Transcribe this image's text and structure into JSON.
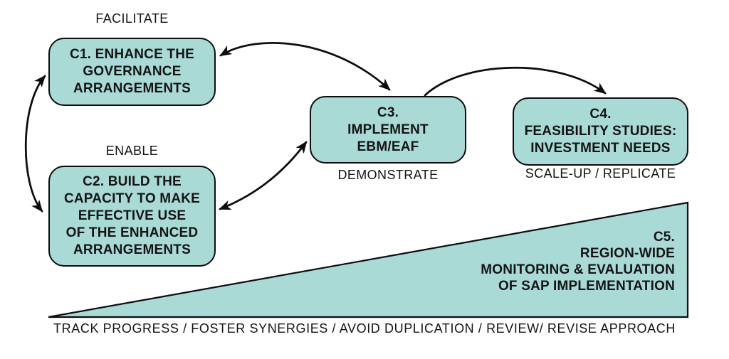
{
  "labels": {
    "facilitate": "FACILITATE",
    "enable": "ENABLE",
    "demonstrate": "DEMONSTRATE",
    "scale_up_replicate": "SCALE-UP / REPLICATE",
    "bottom_track": "TRACK PROGRESS / FOSTER SYNERGIES / AVOID DUPLICATION / REVIEW/ REVISE APPROACH"
  },
  "boxes": {
    "c1": {
      "text": "C1. ENHANCE THE\nGOVERNANCE\nARRANGEMENTS"
    },
    "c2": {
      "text": "C2. BUILD THE\nCAPACITY TO MAKE\nEFFECTIVE USE\nOF THE ENHANCED\nARRANGEMENTS"
    },
    "c3": {
      "text": "C3.\nIMPLEMENT\nEBM/EAF"
    },
    "c4": {
      "text": "C4.\nFEASIBILITY STUDIES:\nINVESTMENT NEEDS"
    },
    "c5": {
      "text": "C5.\nREGION-WIDE\nMONITORING & EVALUATION\nOF SAP IMPLEMENTATION"
    }
  },
  "connections": [
    {
      "from": "C1",
      "to": "C2",
      "bidirectional": true
    },
    {
      "from": "C1",
      "to": "C3",
      "bidirectional": true
    },
    {
      "from": "C2",
      "to": "C3",
      "bidirectional": true
    },
    {
      "from": "C3",
      "to": "C4",
      "bidirectional": false
    }
  ],
  "colors": {
    "shape_fill": "#a9dad6",
    "shape_stroke": "#0d0d0d",
    "text": "#141414",
    "background": "#ffffff"
  }
}
